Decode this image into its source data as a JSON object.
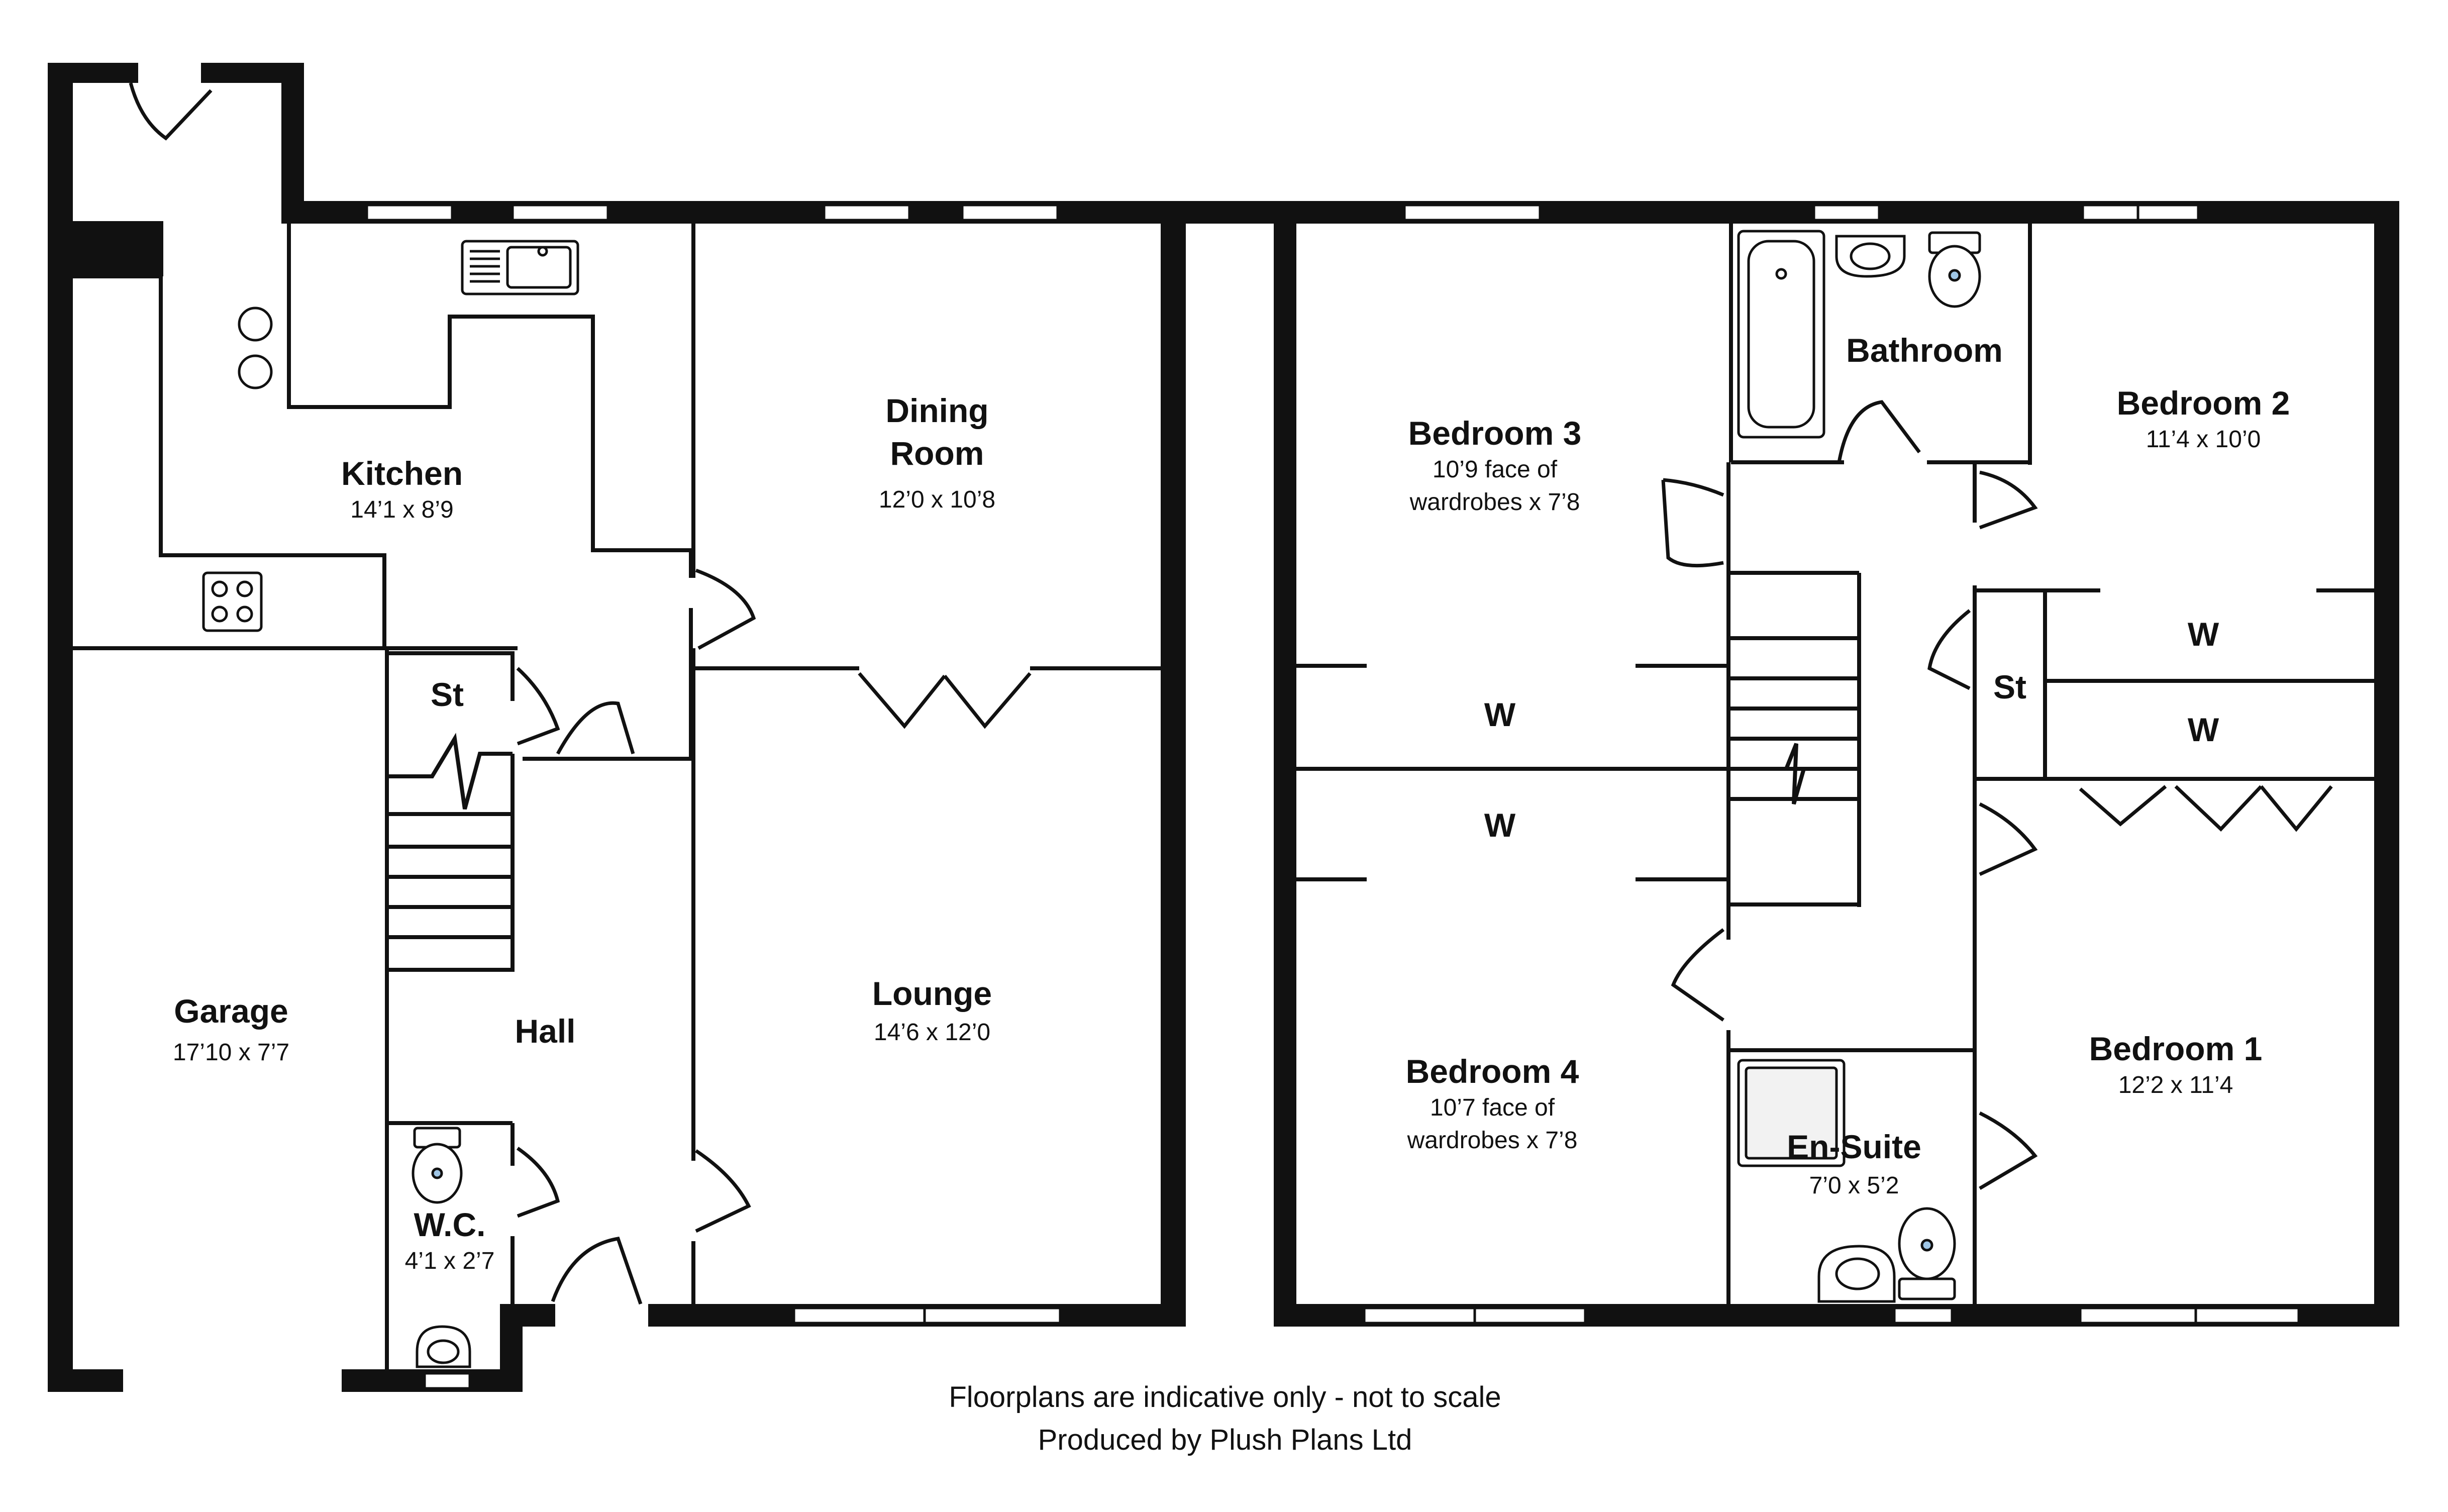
{
  "ground_floor": {
    "kitchen": {
      "name": "Kitchen",
      "dims": "14’1 x 8’9"
    },
    "dining": {
      "name_line1": "Dining",
      "name_line2": "Room",
      "dims": "12’0 x 10’8"
    },
    "store": {
      "name": "St"
    },
    "garage": {
      "name": "Garage",
      "dims": "17’10 x 7’7"
    },
    "hall": {
      "name": "Hall"
    },
    "lounge": {
      "name": "Lounge",
      "dims": "14’6 x 12’0"
    },
    "wc": {
      "name": "W.C.",
      "dims": "4’1 x 2’7"
    }
  },
  "first_floor": {
    "bedroom3": {
      "name": "Bedroom 3",
      "dims_line1": "10’9 face of",
      "dims_line2": "wardrobes x 7’8"
    },
    "bathroom": {
      "name": "Bathroom"
    },
    "bedroom2": {
      "name": "Bedroom 2",
      "dims": "11’4 x 10’0"
    },
    "wardrobe_b2_upper": {
      "name": "W"
    },
    "wardrobe_b2_lower": {
      "name": "W"
    },
    "store": {
      "name": "St"
    },
    "wardrobe_b3": {
      "name": "W"
    },
    "wardrobe_b4": {
      "name": "W"
    },
    "bedroom4": {
      "name": "Bedroom 4",
      "dims_line1": "10’7 face of",
      "dims_line2": "wardrobes x 7’8"
    },
    "ensuite": {
      "name": "En-Suite",
      "dims": "7’0 x 5’2"
    },
    "bedroom1": {
      "name": "Bedroom 1",
      "dims": "12’2 x 11’4"
    }
  },
  "footer": {
    "disclaimer": "Floorplans are indicative only - not to scale",
    "producer": "Produced by Plush Plans Ltd"
  },
  "colors": {
    "wall": "#111111",
    "thin_line": "#111111",
    "fixture_fill": "#ffffff",
    "water": "#9fc6e6"
  }
}
